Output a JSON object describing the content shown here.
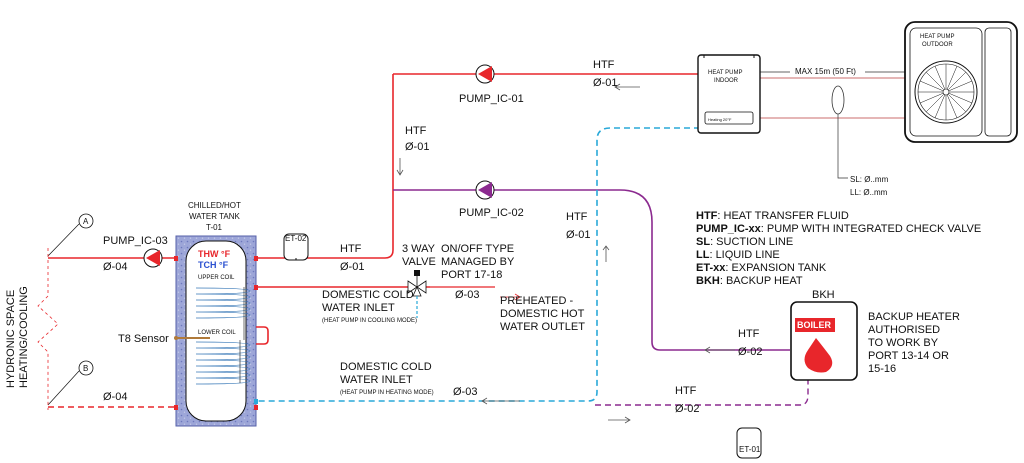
{
  "colors": {
    "red_line": "#e8262b",
    "purple_line": "#8b2a8f",
    "blue_dashed": "#29a9d9",
    "pink_line": "#d58a8a",
    "tank_fill": "#9da6d8",
    "boiler_red": "#e8262b"
  },
  "labels": {
    "htf_top": "HTF",
    "d01_top": "Ø-01",
    "pump_ic01": "PUMP_IC-01",
    "max_run": "MAX 15m (50 Ft)",
    "hp_indoor_1": "HEAT PUMP",
    "hp_indoor_2": "INDOOR",
    "hp_indoor_display": "Heating 20°F",
    "hp_outdoor_1": "HEAT PUMP",
    "hp_outdoor_2": "OUTDOOR",
    "htf_mid": "HTF",
    "d01_mid": "Ø-01",
    "pump_ic02": "PUMP_IC-02",
    "sl": "SL: Ø..mm",
    "ll": "LL: Ø..mm",
    "htf_right": "HTF",
    "d01_right": "Ø-01",
    "tank_title_1": "CHILLED/HOT",
    "tank_title_2": "WATER TANK",
    "tank_title_3": "T-01",
    "et02": "ET-02",
    "et01": "ET-01",
    "htf_tank": "HTF",
    "d01_tank": "Ø-01",
    "valve_1": "3 WAY",
    "valve_2": "VALVE",
    "onoff_1": "ON/OFF TYPE",
    "onoff_2": "MANAGED BY",
    "onoff_3": "PORT 17-18",
    "pump_ic03": "PUMP_IC-03",
    "d04_top": "Ø-04",
    "thw": "THW °F",
    "tch": "TCH °F",
    "upper_coil": "UPPER COIL",
    "lower_coil": "LOWER COIL",
    "t8": "T8 Sensor",
    "dcw1_1": "DOMESTIC COLD",
    "dcw1_2": "WATER INLET",
    "dcw1_3": "(HEAT PUMP IN COOLING MODE)",
    "d03_mid": "Ø-03",
    "preheat_1": "PREHEATED -",
    "preheat_2": "DOMESTIC HOT",
    "preheat_3": "WATER OUTLET",
    "dcw2_1": "DOMESTIC COLD",
    "dcw2_2": "WATER INLET",
    "dcw2_3": "(HEAT PUMP IN HEATING MODE)",
    "d03_low": "Ø-03",
    "d04_low": "Ø-04",
    "htf_boiler": "HTF",
    "d02_boiler": "Ø-02",
    "htf_bottom": "HTF",
    "d02_bottom": "Ø-02",
    "bkh_top": "BKH",
    "boiler": "BOILER",
    "backup_1": "BACKUP HEATER",
    "backup_2": "AUTHORISED",
    "backup_3": "TO WORK BY",
    "backup_4": "PORT 13-14 OR",
    "backup_5": "15-16",
    "hydronic_1": "HYDRONIC SPACE",
    "hydronic_2": "HEATING/COOLING",
    "marker_a": "A",
    "marker_b": "B"
  },
  "legend": [
    {
      "key": "HTF",
      "text": ": HEAT TRANSFER FLUID"
    },
    {
      "key": "PUMP_IC-xx",
      "text": ": PUMP WITH INTEGRATED CHECK VALVE"
    },
    {
      "key": "SL",
      "text": ": SUCTION LINE"
    },
    {
      "key": "LL",
      "text": ": LIQUID LINE"
    },
    {
      "key": "ET-xx",
      "text": ": EXPANSION TANK"
    },
    {
      "key": "BKH",
      "text": ": BACKUP HEAT"
    }
  ]
}
